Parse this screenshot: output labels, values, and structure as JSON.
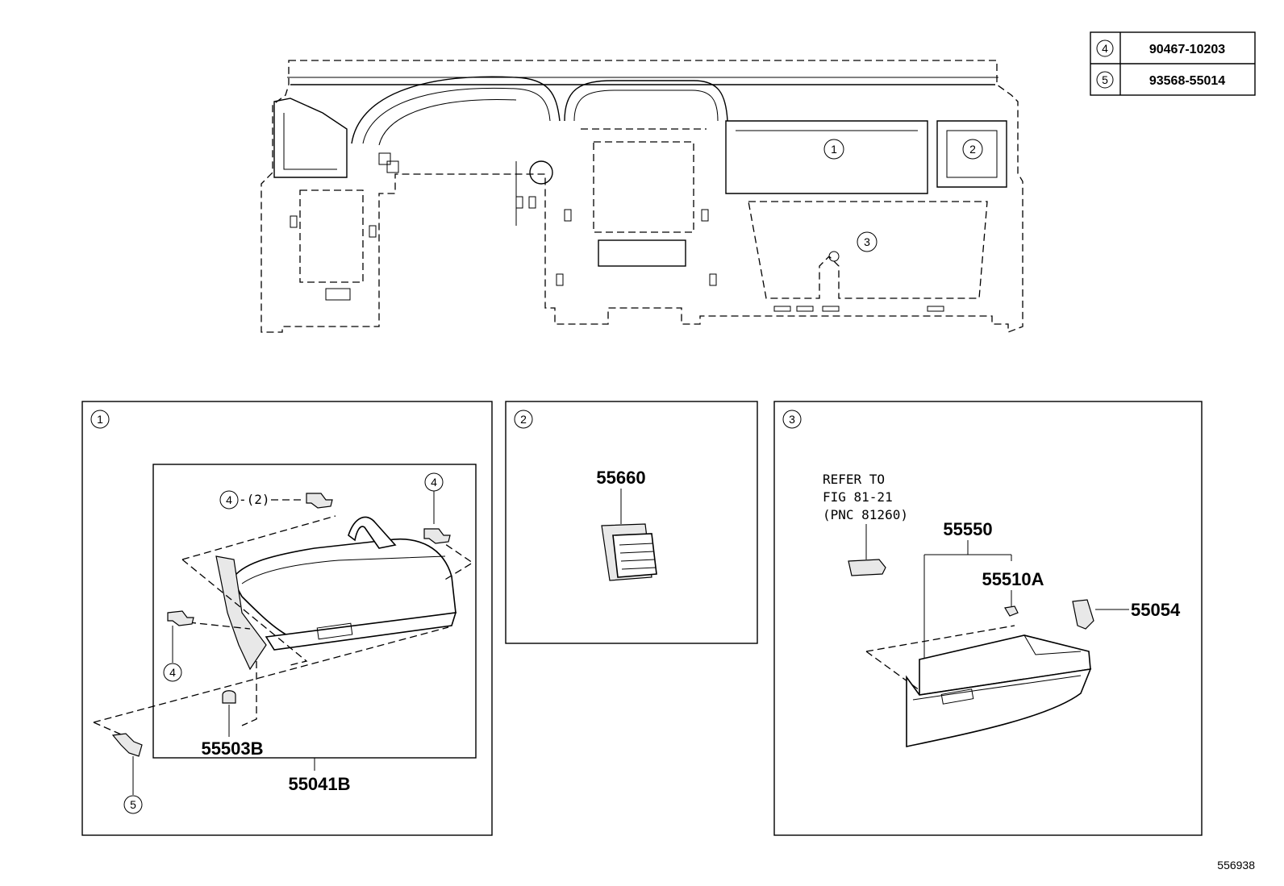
{
  "legend_table": {
    "rows": [
      {
        "ref": "4",
        "part_no": "90467-10203"
      },
      {
        "ref": "5",
        "part_no": "93568-55014"
      }
    ]
  },
  "overview": {
    "callouts": [
      "1",
      "2",
      "3"
    ]
  },
  "panel_1": {
    "index": "1",
    "parts": {
      "clip_top_ref": "4",
      "clip_top_qty": "-(2)",
      "clip_right_ref": "4",
      "clip_left_ref": "4",
      "bolt_ref": "5",
      "bumper": "55503B",
      "assembly": "55041B"
    }
  },
  "panel_2": {
    "index": "2",
    "parts": {
      "vent": "55660"
    }
  },
  "panel_3": {
    "index": "3",
    "refer_lines": [
      "REFER TO",
      "FIG 81-21",
      "(PNC 81260)"
    ],
    "parts": {
      "box_assy": "55550",
      "damper": "55510A",
      "lock": "55054"
    }
  },
  "diagram_id": "556938"
}
